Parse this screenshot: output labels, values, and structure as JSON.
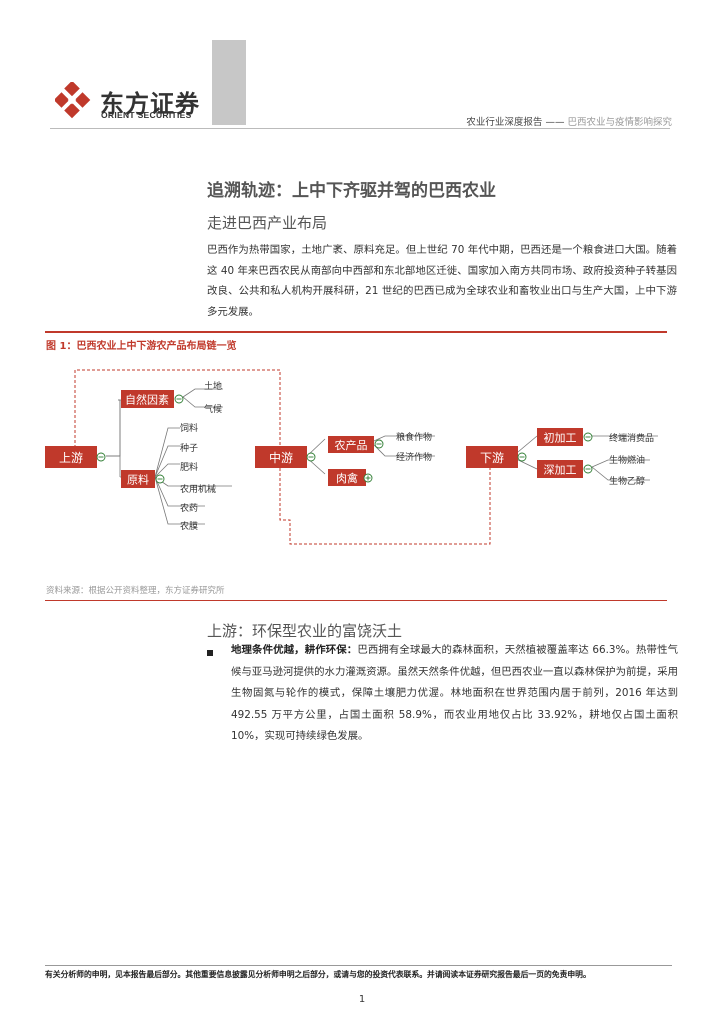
{
  "header": {
    "logo_cn": "东方证券",
    "logo_en": "ORIENT SECURITIES",
    "report_type": "农业行业深度报告",
    "separator": "——",
    "report_title": "巴西农业与疫情影响探究"
  },
  "section": {
    "title": "追溯轨迹：上中下齐驱并驾的巴西农业",
    "subtitle": "走进巴西产业布局",
    "paragraph": "巴西作为热带国家，土地广袤、原料充足。但上世纪 70 年代中期，巴西还是一个粮食进口大国。随着这 40 年来巴西农民从南部向中西部和东北部地区迁徙、国家加入南方共同市场、政府投资种子转基因改良、公共和私人机构开展科研，21 世纪的巴西已成为全球农业和畜牧业出口与生产大国，上中下游多元发展。"
  },
  "figure": {
    "title": "图 1：巴西农业上中下游农产品布局链一览",
    "source": "资料来源：根据公开资料整理，东方证券研究所",
    "upstream": {
      "label": "上游",
      "natural": "自然因素",
      "natural_items": [
        "土地",
        "气候"
      ],
      "materials": "原料",
      "material_items": [
        "饲料",
        "种子",
        "肥料",
        "农用机械",
        "农药",
        "农膜"
      ]
    },
    "midstream": {
      "label": "中游",
      "produce": "农产品",
      "produce_items": [
        "粮食作物",
        "经济作物"
      ],
      "livestock": "肉禽"
    },
    "downstream": {
      "label": "下游",
      "primary": "初加工",
      "primary_items": [
        "终端消费品"
      ],
      "deep": "深加工",
      "deep_items": [
        "生物燃油",
        "生物乙醇"
      ]
    },
    "colors": {
      "accent": "#c0392b",
      "branch_icon": "#2e7d32",
      "dash": "#c0392b"
    }
  },
  "upstream_section": {
    "subtitle": "上游：环保型农业的富饶沃土",
    "bullet_lead": "地理条件优越，耕作环保：",
    "bullet_body": "巴西拥有全球最大的森林面积，天然植被覆盖率达 66.3%。热带性气候与亚马逊河提供的水力灌溉资源。虽然天然条件优越，但巴西农业一直以森林保护为前提，采用生物固氮与轮作的模式，保障土壤肥力优渥。林地面积在世界范围内居于前列，2016 年达到 492.55 万平方公里，占国土面积 58.9%，而农业用地仅占比 33.92%，耕地仅占国土面积 10%，实现可持续绿色发展。"
  },
  "footer": {
    "disclaimer": "有关分析师的申明，见本报告最后部分。其他重要信息披露见分析师申明之后部分，或请与您的投资代表联系。并请阅读本证券研究报告最后一页的免责申明。",
    "page": "1"
  }
}
